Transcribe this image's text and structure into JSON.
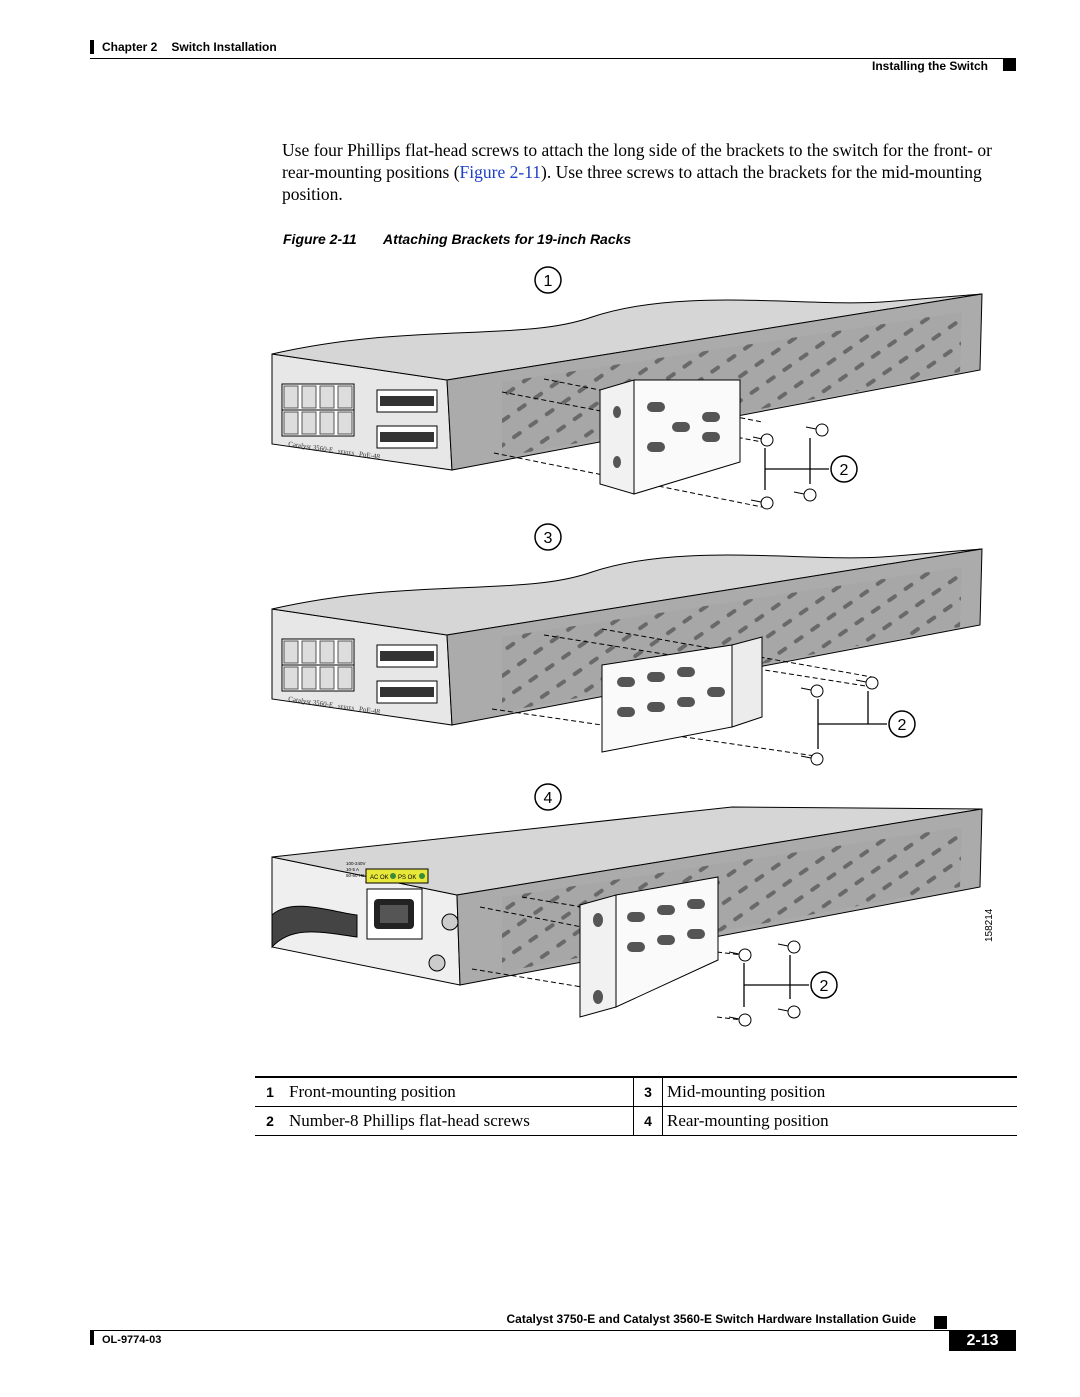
{
  "header": {
    "chapter": "Chapter 2",
    "chapter_title": "Switch Installation",
    "section": "Installing the Switch"
  },
  "body": {
    "para_before": "Use four Phillips flat-head screws to attach the long side of the brackets to the switch for the front- or rear-mounting positions (",
    "para_link": "Figure 2-11",
    "para_after": "). Use three screws to attach the brackets for the mid-mounting position."
  },
  "figure": {
    "label": "Figure 2-11",
    "title": "Attaching Brackets for 19-inch Racks",
    "id_number": "158214",
    "callouts": [
      "1",
      "2",
      "3",
      "2",
      "4",
      "2"
    ],
    "front_panel_text": "Catalyst 3560-E",
    "front_panel_series": "SERIES",
    "front_panel_poe": "PoE-48",
    "rear_labels": {
      "ac_ok": "AC OK",
      "ps_ok": "PS OK",
      "rating_1": "100-240V",
      "rating_2": "10-5 A",
      "rating_3": "50-60 Hz"
    }
  },
  "legend": {
    "rows": [
      {
        "n1": "1",
        "t1": "Front-mounting position",
        "n2": "3",
        "t2": "Mid-mounting position"
      },
      {
        "n1": "2",
        "t1": "Number-8 Phillips flat-head screws",
        "n2": "4",
        "t2": "Rear-mounting position"
      }
    ]
  },
  "footer": {
    "guide_title": "Catalyst 3750-E and Catalyst 3560-E Switch Hardware Installation Guide",
    "doc_number": "OL-9774-03",
    "page": "2-13"
  }
}
